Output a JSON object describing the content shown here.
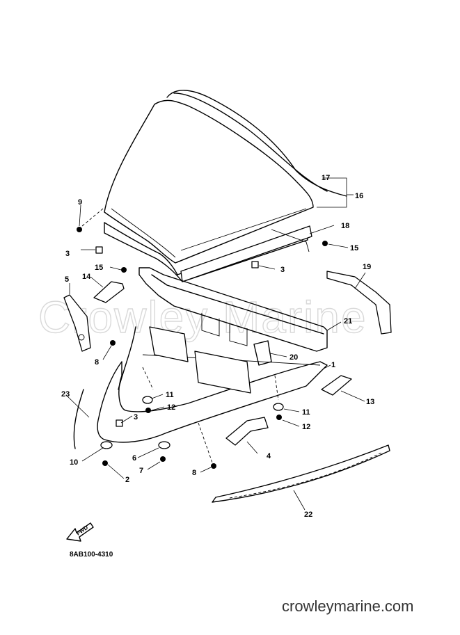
{
  "diagram": {
    "watermark": "Crowley Marine",
    "part_code": "8AB100-4310",
    "fwd_label": "FWD",
    "footer": "crowleymarine.com",
    "callouts": {
      "c1": "1",
      "c2": "2",
      "c3a": "3",
      "c3b": "3",
      "c3c": "3",
      "c4": "4",
      "c5": "5",
      "c6": "6",
      "c7": "7",
      "c8a": "8",
      "c8b": "8",
      "c9": "9",
      "c10": "10",
      "c11a": "11",
      "c11b": "11",
      "c12a": "12",
      "c12b": "12",
      "c13": "13",
      "c14": "14",
      "c15a": "15",
      "c15b": "15",
      "c16": "16",
      "c17": "17",
      "c18": "18",
      "c19": "19",
      "c20": "20",
      "c21": "21",
      "c22": "22",
      "c23": "23"
    }
  }
}
